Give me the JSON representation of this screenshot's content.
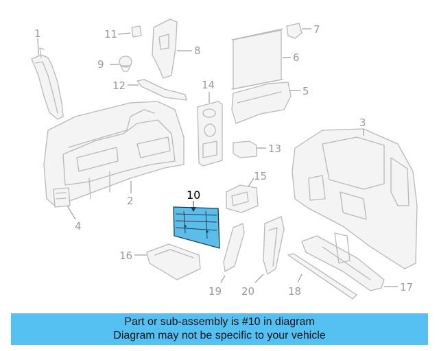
{
  "callouts": {
    "c1": "1",
    "c2": "2",
    "c3": "3",
    "c4": "4",
    "c5": "5",
    "c6": "6",
    "c7": "7",
    "c8": "8",
    "c9": "9",
    "c10": "10",
    "c11": "11",
    "c12": "12",
    "c13": "13",
    "c14": "14",
    "c15": "15",
    "c16": "16",
    "c17": "17",
    "c18": "18",
    "c19": "19",
    "c20": "20"
  },
  "highlighted_part": "10",
  "colors": {
    "highlight_fill": "#5bbde8",
    "banner_bg": "#55c0f2",
    "part_stroke": "#b8b8b8"
  },
  "banner": {
    "line1": "Part or sub-assembly is #10 in diagram",
    "line2": "Diagram may not be specific to your vehicle"
  }
}
